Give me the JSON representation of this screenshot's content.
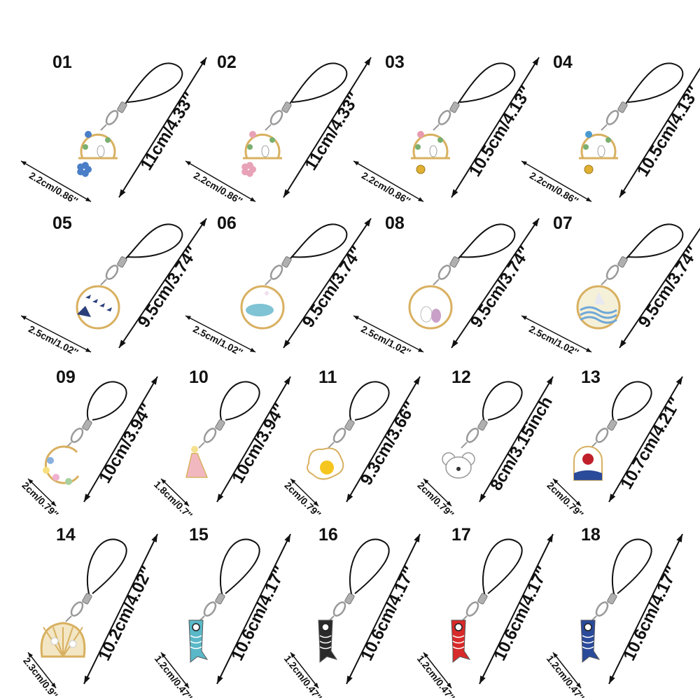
{
  "items": [
    {
      "number": "01",
      "length": "11cm/4.33″",
      "width": "2.2cm/0.86″",
      "charm": "cat-flower-ring",
      "color": "#4a7fc8"
    },
    {
      "number": "02",
      "length": "11cm/4.33″",
      "width": "2.2cm/0.86″",
      "charm": "cat-flower-ring",
      "color": "#e8a2b8"
    },
    {
      "number": "03",
      "length": "10.5cm/4.13″",
      "width": "2.2cm/0.86″",
      "charm": "cat-bell-ring",
      "color": "#e89ab0"
    },
    {
      "number": "04",
      "length": "10.5cm/4.13″",
      "width": "2.2cm/0.86″",
      "charm": "cat-bell-ring",
      "color": "#4a9ad0"
    },
    {
      "number": "05",
      "length": "9.5cm/3.74″",
      "width": "2.5cm/1.02″",
      "charm": "cranes-circle",
      "color": "#2a3f7a"
    },
    {
      "number": "06",
      "length": "9.5cm/3.74″",
      "width": "2.5cm/1.02″",
      "charm": "cloud-circle",
      "color": "#7fc3d4"
    },
    {
      "number": "08",
      "length": "9.5cm/3.74″",
      "width": "2.5cm/1.02″",
      "charm": "rabbit-circle",
      "color": "#c8a0c8"
    },
    {
      "number": "07",
      "length": "9.5cm/3.74″",
      "width": "2.5cm/1.02″",
      "charm": "wave-circle",
      "color": "#6fa8d8"
    },
    {
      "number": "09",
      "length": "10cm/3.94″",
      "width": "2cm/0.79″",
      "charm": "floral-wreath",
      "color": "#a8c8e8"
    },
    {
      "number": "10",
      "length": "10cm/3.94″",
      "width": "1.8cm/0.7″",
      "charm": "pink-dress",
      "color": "#f2b8c0"
    },
    {
      "number": "11",
      "length": "9.3cm/3.66″",
      "width": "2cm/0.79″",
      "charm": "fried-egg",
      "color": "#f6c620"
    },
    {
      "number": "12",
      "length": "8cm/3.15inch",
      "width": "2cm/0.79″",
      "charm": "white-koala",
      "color": "#ffffff"
    },
    {
      "number": "13",
      "length": "10.7cm/4.21″",
      "width": "2cm/0.79″",
      "charm": "rose-dome",
      "color": "#c0202a"
    },
    {
      "number": "14",
      "length": "10.2cm/4.02″",
      "width": "2.3cm/0.9″",
      "charm": "pearl-shell",
      "color": "#e0c890"
    },
    {
      "number": "15",
      "length": "10.6cm/4.17″",
      "width": "1.2cm/0.47″",
      "charm": "koi-windsock",
      "color": "#5ab8c8"
    },
    {
      "number": "16",
      "length": "10.6cm/4.17″",
      "width": "1.2cm/0.47″",
      "charm": "koi-windsock",
      "color": "#2a2a2a"
    },
    {
      "number": "17",
      "length": "10.6cm/4.17″",
      "width": "1.2cm/0.47″",
      "charm": "koi-windsock",
      "color": "#d82a2a"
    },
    {
      "number": "18",
      "length": "10.6cm/4.17″",
      "width": "1.2cm/0.47″",
      "charm": "koi-windsock",
      "color": "#2a4a9a"
    }
  ]
}
